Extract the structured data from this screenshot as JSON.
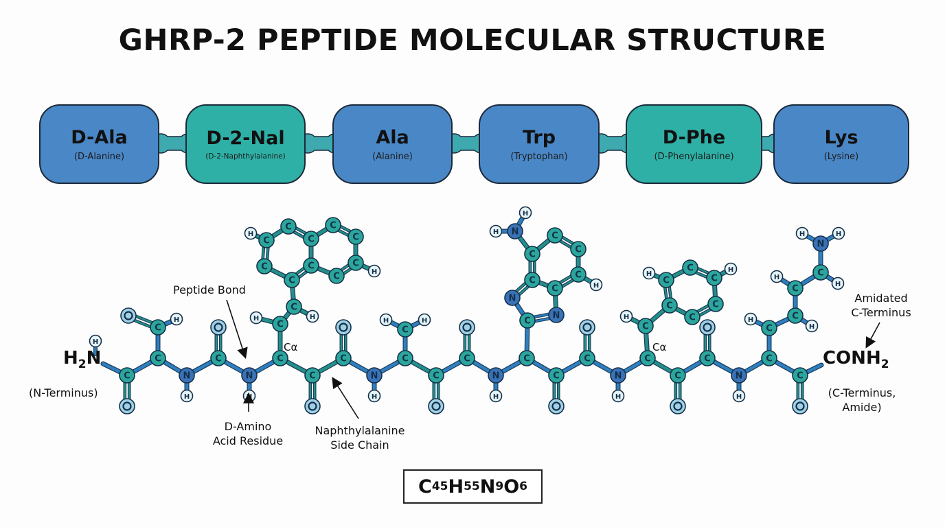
{
  "title": "GHRP-2 PEPTIDE MOLECULAR STRUCTURE",
  "residues": [
    {
      "abbr": "D-Ala",
      "full": "(D-Alanine)",
      "color": "#4a87c6",
      "type": "blue"
    },
    {
      "abbr": "D-2-Nal",
      "full": "(D-2-Naphthylalanine)",
      "color": "#2fb0a6",
      "type": "teal"
    },
    {
      "abbr": "Ala",
      "full": "(Alanine)",
      "color": "#4a87c6",
      "type": "blue"
    },
    {
      "abbr": "Trp",
      "full": "(Tryptophan)",
      "color": "#4a87c6",
      "type": "blue"
    },
    {
      "abbr": "D-Phe",
      "full": "(D-Phenylalanine)",
      "color": "#2fb0a6",
      "type": "teal"
    },
    {
      "abbr": "Lys",
      "full": "(Lysine)",
      "color": "#4a87c6",
      "type": "blue"
    }
  ],
  "structure": {
    "n_terminus": {
      "group_main": "H",
      "group_sub": "2",
      "group_tail": "N",
      "label": "(N-Terminus)"
    },
    "c_terminus": {
      "group_main": "CONH",
      "group_sub": "2",
      "label_line1": "(C-Terminus,",
      "label_line2": "Amide)"
    },
    "annotations": {
      "peptide_bond": "Peptide Bond",
      "d_amino_line1": "D-Amino",
      "d_amino_line2": "Acid Residue",
      "naphthyl_line1": "Naphthylalanine",
      "naphthyl_line2": "Side Chain",
      "amidated_line1": "Amidated",
      "amidated_line2": "C-Terminus",
      "calpha_1": "Cα",
      "calpha_2": "Cα"
    },
    "atom_colors": {
      "C": "#2ba69c",
      "N": "#3a72b8",
      "O": "#9fd0e6",
      "H": "#e6f4f8"
    },
    "bond_colors": {
      "side": "#238f8a",
      "backbone": "#2f7fc0"
    }
  },
  "formula": {
    "parts": [
      {
        "el": "C",
        "n": "45"
      },
      {
        "el": "H",
        "n": "55"
      },
      {
        "el": "N",
        "n": "9"
      },
      {
        "el": "O",
        "n": "6"
      }
    ]
  }
}
